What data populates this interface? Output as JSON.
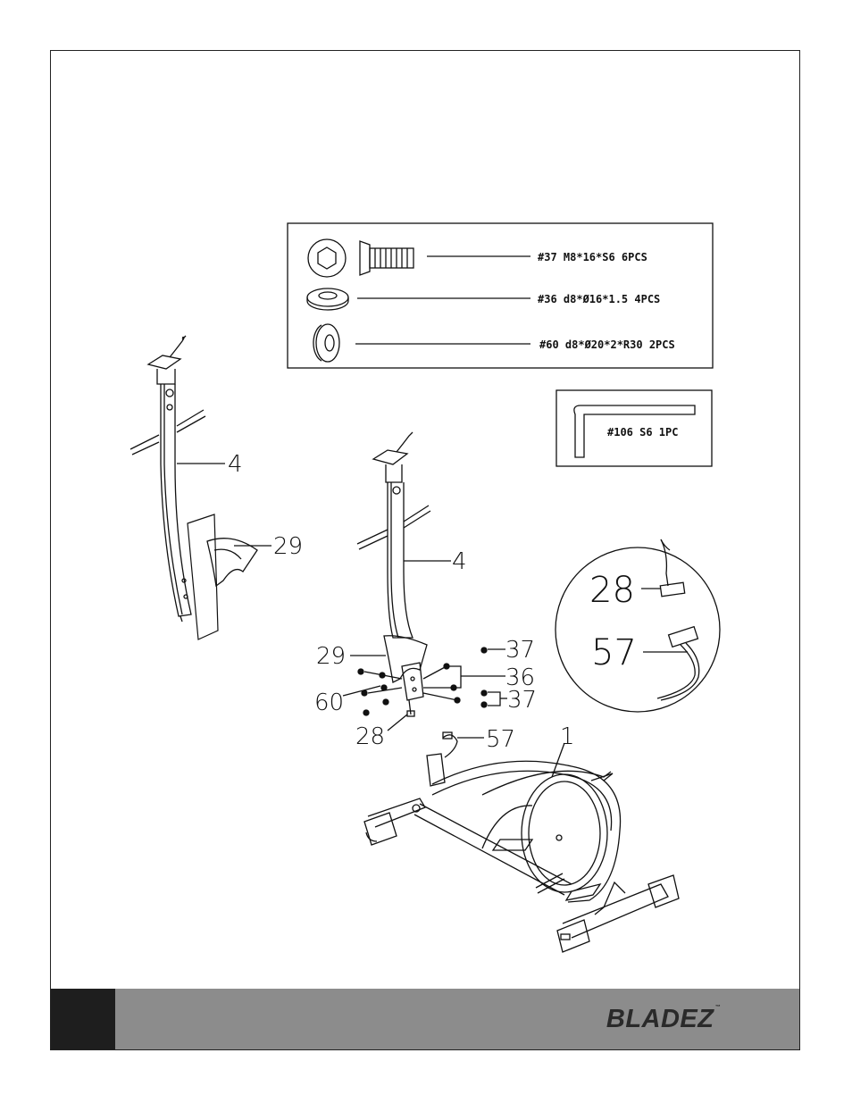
{
  "hardware": [
    {
      "id": "bolt",
      "label": "#37  M8*16*S6  6PCS"
    },
    {
      "id": "washer",
      "label": "#36  d8*Ø16*1.5  4PCS"
    },
    {
      "id": "curved-washer",
      "label": "#60  d8*Ø20*2*R30  2PCS"
    }
  ],
  "tool": {
    "label": "#106  S6  1PC"
  },
  "callouts": {
    "left_post": "4",
    "left_cover": "29",
    "main_post": "4",
    "main_cover": "29",
    "bolt_top": "37",
    "washer": "36",
    "bolt_bottom": "37",
    "curved_washer": "60",
    "cable_upper": "28",
    "cable_lower": "57",
    "frame": "1"
  },
  "detail": {
    "upper": "28",
    "lower": "57"
  },
  "footer": {
    "brand": "BLADEZ",
    "trademark": "™"
  }
}
